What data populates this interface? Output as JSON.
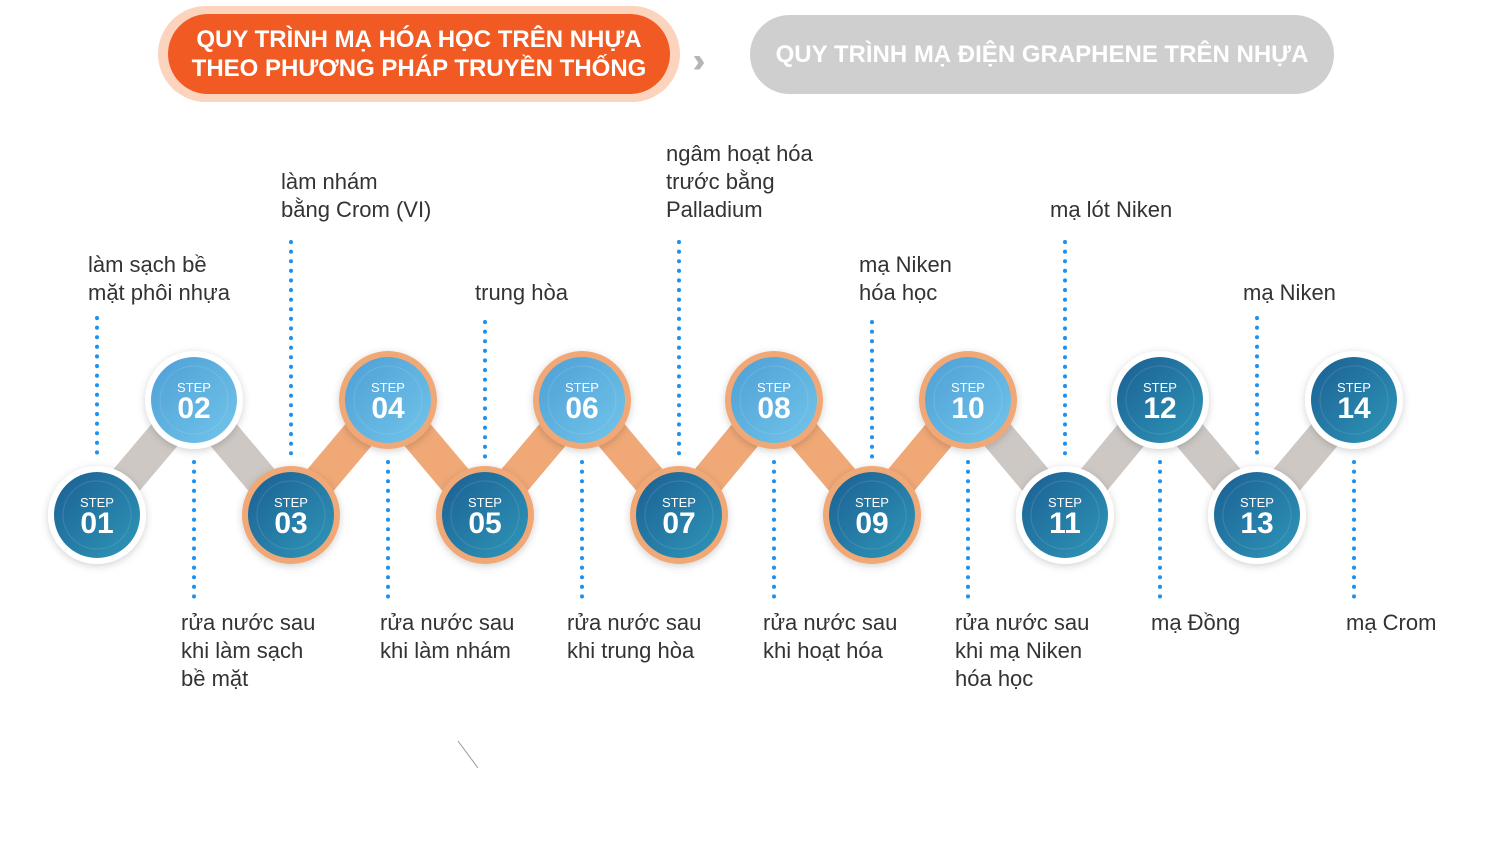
{
  "header": {
    "active_title": [
      "QUY TRÌNH MẠ HÓA HỌC TRÊN NHỰA",
      "THEO PHƯƠNG PHÁP TRUYỀN THỐNG"
    ],
    "separator_icon": "triple-chevron-right",
    "inactive_title": "QUY TRÌNH MẠ ĐIỆN GRAPHENE TRÊN NHỰA"
  },
  "step_word": "STEP",
  "steps": [
    {
      "num": "01",
      "label": [
        "làm sạch bề",
        "mặt phôi nhựa"
      ]
    },
    {
      "num": "02",
      "label": [
        "rửa nước sau",
        "khi làm sạch",
        "bề mặt"
      ]
    },
    {
      "num": "03",
      "label": [
        "làm nhám",
        "bằng Crom (VI)"
      ]
    },
    {
      "num": "04",
      "label": [
        "rửa nước sau",
        "khi làm nhám"
      ]
    },
    {
      "num": "05",
      "label": [
        "trung hòa"
      ]
    },
    {
      "num": "06",
      "label": [
        "rửa nước sau",
        "khi trung hòa"
      ]
    },
    {
      "num": "07",
      "label": [
        "ngâm hoạt hóa",
        "trước bằng",
        "Palladium"
      ]
    },
    {
      "num": "08",
      "label": [
        "rửa nước sau",
        "khi hoạt hóa"
      ]
    },
    {
      "num": "09",
      "label": [
        "mạ Niken",
        "hóa học"
      ]
    },
    {
      "num": "10",
      "label": [
        "rửa nước sau",
        "khi mạ Niken",
        "hóa học"
      ]
    },
    {
      "num": "11",
      "label": [
        "mạ lót Niken"
      ]
    },
    {
      "num": "12",
      "label": [
        "mạ Đồng"
      ]
    },
    {
      "num": "13",
      "label": [
        "mạ Niken"
      ]
    },
    {
      "num": "14",
      "label": [
        "mạ Crom"
      ]
    }
  ],
  "colors": {
    "accent": "#f15a22",
    "connector_gray": "#cdc8c4",
    "connector_orange": "#f0a877",
    "circle_dark": "#1f6a99",
    "circle_light": "#5aaee0",
    "dotted_line": "#1e90f0"
  }
}
